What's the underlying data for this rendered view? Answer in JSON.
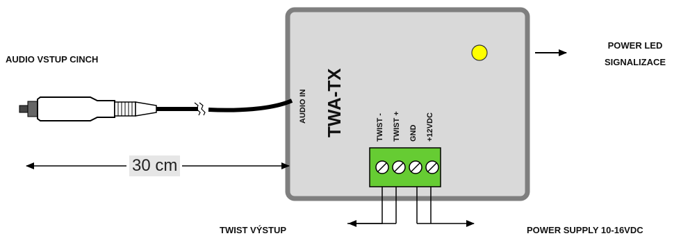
{
  "labels": {
    "audio_input": "AUDIO VSTUP CINCH",
    "power_led_line1": "POWER LED",
    "power_led_line2": "SIGNALIZACE",
    "twist_output": "TWIST VÝSTUP",
    "power_supply": "POWER SUPPLY 10-16VDC",
    "distance": "30 cm"
  },
  "device": {
    "name": "TWA-TX",
    "audio_port": "AUDIO IN",
    "terminals": [
      "TWIST -",
      "TWIST +",
      "GND",
      "+12VDC"
    ]
  },
  "colors": {
    "box_fill": "#d9d9d9",
    "box_border": "#7f7f7f",
    "led": "#ffff00",
    "terminal_block": "#66cc33"
  }
}
